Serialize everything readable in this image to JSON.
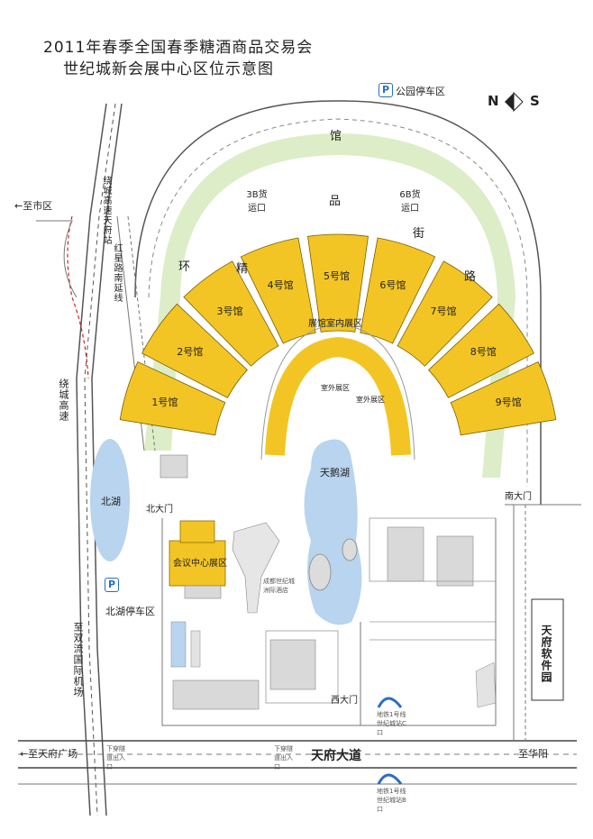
{
  "title": {
    "line1": "2011年春季全国春季糖酒商品交易会",
    "line2": "世纪城新会展中心区位示意图"
  },
  "compass": {
    "north": "N",
    "south": "S"
  },
  "parking": {
    "park": "公园停车区",
    "north_lake": "北湖停车区",
    "icon": "P"
  },
  "roads": {
    "to_city": "←至市区",
    "ring_chars": [
      "馆",
      "品",
      "街",
      "路",
      "环",
      "精"
    ],
    "expressway_station": "绕城高速天府站",
    "hongxing": "红星路南延线",
    "ring_expressway": "绕城高速",
    "to_airport": "至双流国际机场",
    "tianfu_avenue": "天府大道",
    "to_tianfu_square": "←至天府广场",
    "to_huayang": "至华阳",
    "tunnel_1": "下穿隧道出入口",
    "tunnel_2": "下穿隧道出入口"
  },
  "halls": [
    {
      "name": "1号馆"
    },
    {
      "name": "2号馆"
    },
    {
      "name": "3号馆"
    },
    {
      "name": "4号馆"
    },
    {
      "name": "5号馆"
    },
    {
      "name": "6号馆"
    },
    {
      "name": "7号馆"
    },
    {
      "name": "8号馆"
    },
    {
      "name": "9号馆"
    }
  ],
  "areas": {
    "indoor": "展馆室内展区",
    "outdoor": "室外展区",
    "outdoor_2": "室外展区",
    "swan_lake": "天鹅湖",
    "north_lake": "北湖",
    "conference": "会议中心展区",
    "software_park": "天府软件园",
    "hotel": "成都世纪城洲际酒店",
    "cargo_3b": "3B货运口",
    "cargo_6b": "6B货运口"
  },
  "gates": {
    "north": "北大门",
    "south": "南大门",
    "west": "西大门"
  },
  "metro": {
    "a": "地铁1号线世纪城站C口",
    "b": "地铁1号线世纪城站B口"
  },
  "colors": {
    "hall": "#f3c524",
    "green": "#dcedc8",
    "lake": "#b8d4ee",
    "building": "#d9d9d9",
    "road": "#444444",
    "accent": "#2a6fc0"
  }
}
